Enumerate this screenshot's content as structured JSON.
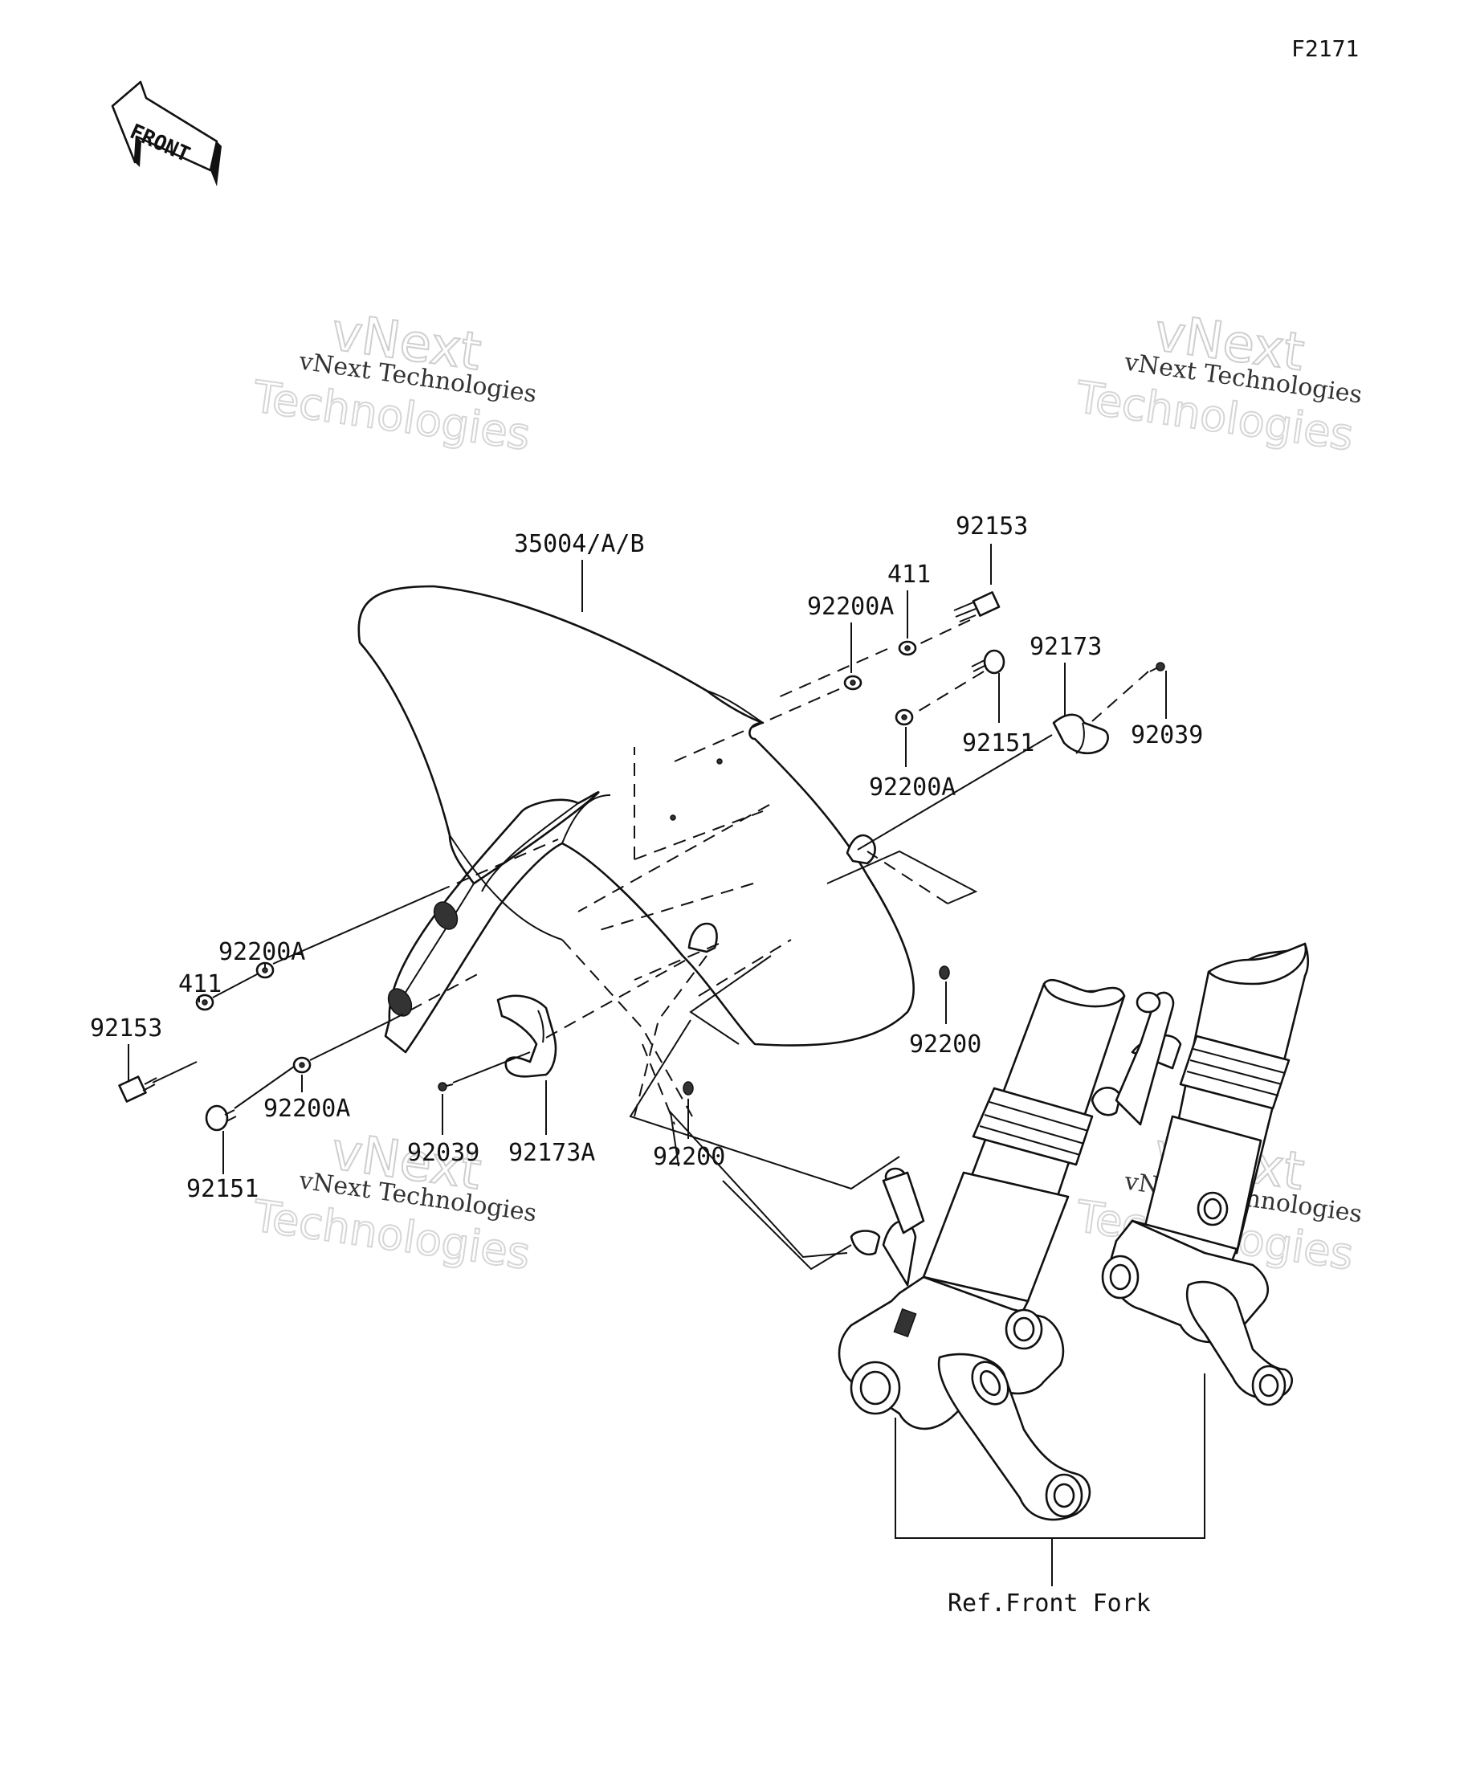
{
  "diagram_code": "F2171",
  "front_arrow": {
    "label": "FRONT"
  },
  "watermarks": [
    {
      "line1": "vNext Technologies",
      "line2": "vNext",
      "line3": "Technologies"
    },
    {
      "line1": "vNext Technologies",
      "line2": "vNext",
      "line3": "Technologies"
    },
    {
      "line1": "vNext Technologies",
      "line2": "vNext",
      "line3": "Technologies"
    },
    {
      "line1": "vNext Technologies",
      "line2": "vNext",
      "line3": "Technologies"
    }
  ],
  "parts": [
    {
      "number": "35004/A/B"
    },
    {
      "number": "92153"
    },
    {
      "number": "411"
    },
    {
      "number": "92200A"
    },
    {
      "number": "92173"
    },
    {
      "number": "92151"
    },
    {
      "number": "92039"
    },
    {
      "number": "92200A"
    },
    {
      "number": "92200"
    },
    {
      "number": "92200A"
    },
    {
      "number": "411"
    },
    {
      "number": "92153"
    },
    {
      "number": "92200A"
    },
    {
      "number": "92151"
    },
    {
      "number": "92039"
    },
    {
      "number": "92173A"
    },
    {
      "number": "92200"
    }
  ],
  "reference": {
    "label": "Ref.Front Fork"
  }
}
